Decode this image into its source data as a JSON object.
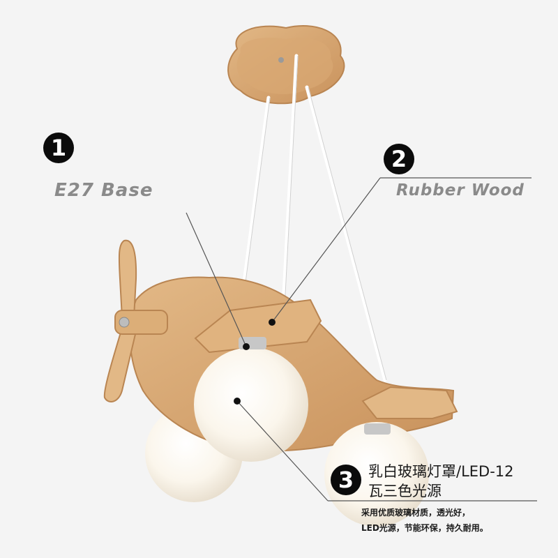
{
  "callouts": [
    {
      "number": "1",
      "label": "E27 Base"
    },
    {
      "number": "2",
      "label": "Rubber Wood"
    },
    {
      "number": "3",
      "title_line1": "乳白玻璃灯罩/LED-12",
      "title_line2": "瓦三色光源",
      "desc_line1": "采用优质玻璃材质，透光好，",
      "desc_line2": "LED光源，节能环保，持久耐用。"
    }
  ],
  "colors": {
    "background": "#f4f4f4",
    "wood": "#d9ad7c",
    "wood_dark": "#c28d58",
    "glass": "#fbf8f0",
    "badge": "#0b0b0b",
    "leader_line": "#555555"
  }
}
